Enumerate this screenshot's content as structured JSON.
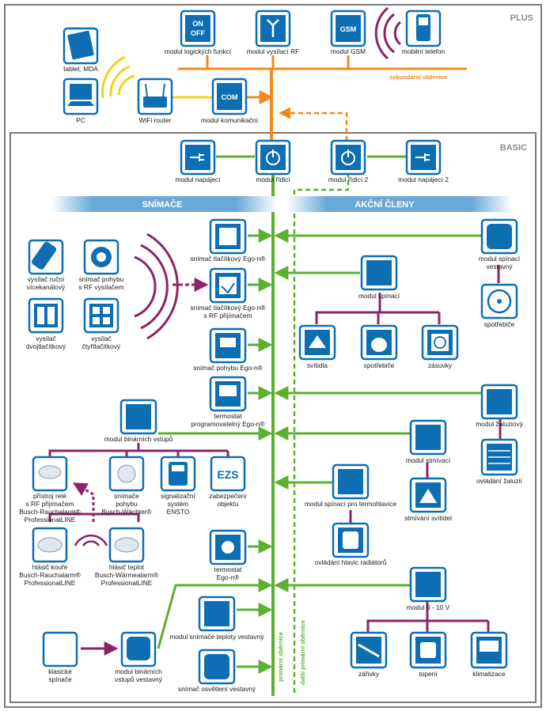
{
  "zones": {
    "plus": "PLUS",
    "basic": "BASIC"
  },
  "headings": {
    "sensors": "SNÍMAČE",
    "actuators": "AKČNÍ ČLENY"
  },
  "bus_labels": {
    "secondary": "sekundární sběrnice",
    "primary": "primární sběrnice",
    "additional": "další primární sběrnice"
  },
  "icon_text": {
    "on": "ON",
    "off": "OFF",
    "gsm": "GSM",
    "com": "COM",
    "ezs": "EZS"
  },
  "plus": {
    "logic": "modul logických funkcí",
    "rf": "modul vysílací RF",
    "gsm": "modul GSM",
    "phone": "mobilní telefon",
    "tablet": "tablet, MDA",
    "pc": "PC",
    "router": "WiFi router",
    "com": "modul komunikační"
  },
  "basic": {
    "power": "modul napájecí",
    "control": "modul řídicí",
    "control2": "modul řídicí 2",
    "power2": "modul napájecí 2"
  },
  "sensors": {
    "remote": [
      "vysílač ruční",
      "vícekanálový"
    ],
    "motion_rf": [
      "snímač pohybu",
      "s RF vysílačem"
    ],
    "two": [
      "vysílač",
      "dvojtlačítkový"
    ],
    "four": [
      "vysílač",
      "čtyřtlačítkový"
    ],
    "push": "snímač tlačítkový Ego-n®",
    "push_rf": [
      "snímač tlačítkový Ego-n®",
      "s RF přijímačem"
    ],
    "motion": "snímač pohybu Ego-n®",
    "thermo_prog": [
      "termostat",
      "programovatelný Ego-n®"
    ],
    "binary": "modul binárních vstupů",
    "relay": [
      "přístroj relé",
      "s RF přijímačem",
      "Busch-Rauchalarm®",
      "ProfessionalLINE"
    ],
    "watcher": [
      "snímače",
      "pohybu",
      "Busch-Wächter®"
    ],
    "signal": [
      "signalizační",
      "systém",
      "ENSTO"
    ],
    "security": [
      "zabezpečení",
      "objektu"
    ],
    "smoke": [
      "hlásič kouře",
      "Busch-Rauchalarm®",
      "ProfessionalLINE"
    ],
    "heat": [
      "hlásič teplot",
      "Busch-Wärmealarm®",
      "ProfessionalLINE"
    ],
    "thermo": [
      "termostat",
      "Ego-n®"
    ],
    "temp_sensor": "modul snímače teploty vestavný",
    "classic": [
      "klasické",
      "spínače"
    ],
    "binary_built": [
      "modul binárních",
      "vstupů vestavný"
    ],
    "light_sensor": "snímač osvětlení vestavný"
  },
  "actuators": {
    "builtin_switch": [
      "modul spínací",
      "vestavný"
    ],
    "appliance": "spotřebiče",
    "switch": "modul spínací",
    "lights": "svítidla",
    "appliances": "spotřebiče",
    "sockets": "zásuvky",
    "blind": "modul žaluziový",
    "blind_ctrl": "ovládání žaluzií",
    "dimmer": "modul stmívací",
    "dimming": "stmívání svítidel",
    "thermo_head": "modul spínací pro termohlavice",
    "radiator": "ovládání hlavic radiátorů",
    "analog": "modul 0 - 10 V",
    "heaters": "zářivky",
    "heating": "topení",
    "ac": "klimatizace"
  },
  "colors": {
    "primary_bus": "#5cb030",
    "secondary_bus": "#f08a1c",
    "purple": "#8b2466",
    "wifi": "#f2d21c",
    "module_blue": "#0d6fb2",
    "heading_blue": "#6aa9d6",
    "frame": "#7a7a7a"
  }
}
